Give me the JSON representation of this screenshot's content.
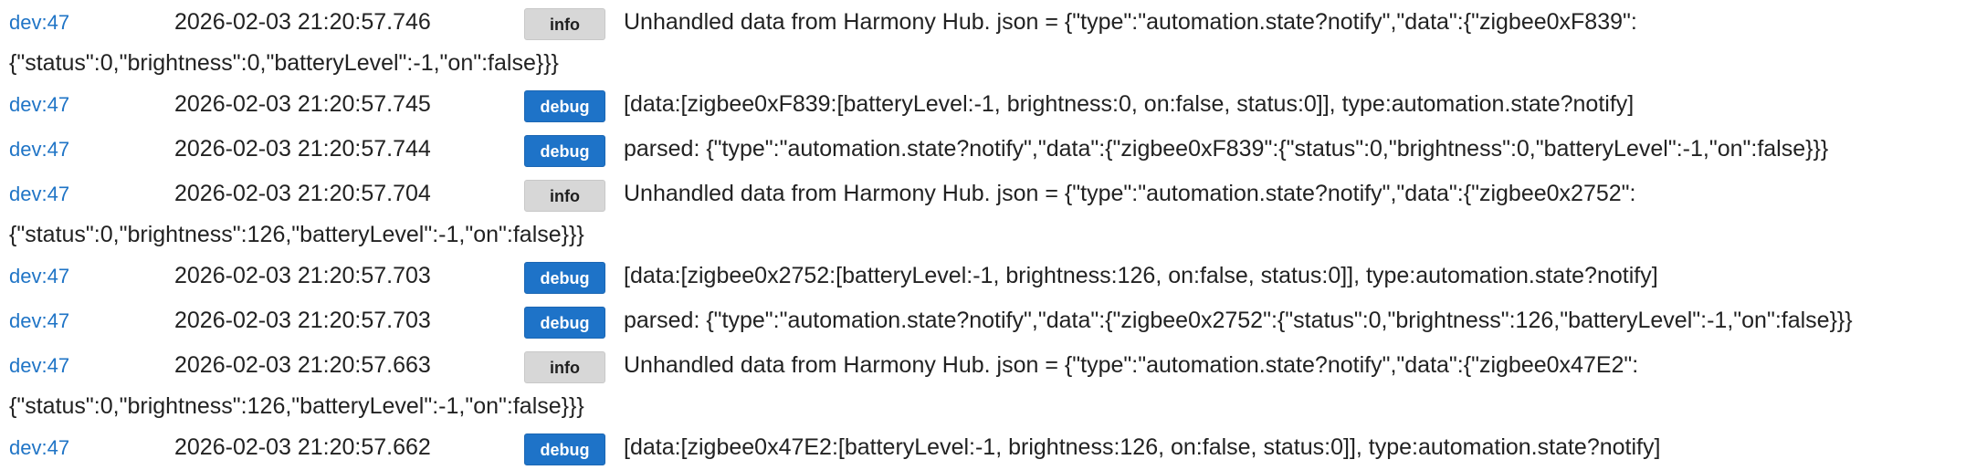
{
  "log": {
    "entries": [
      {
        "source": "dev:47",
        "timestamp": "2026-02-03 21:20:57.746",
        "level": "info",
        "message": "Unhandled data from Harmony Hub. json = {\"type\":\"automation.state?notify\",\"data\":{\"zigbee0xF839\":",
        "continuation": "{\"status\":0,\"brightness\":0,\"batteryLevel\":-1,\"on\":false}}}"
      },
      {
        "source": "dev:47",
        "timestamp": "2026-02-03 21:20:57.745",
        "level": "debug",
        "message": "[data:[zigbee0xF839:[batteryLevel:-1, brightness:0, on:false, status:0]], type:automation.state?notify]",
        "continuation": ""
      },
      {
        "source": "dev:47",
        "timestamp": "2026-02-03 21:20:57.744",
        "level": "debug",
        "message": "parsed: {\"type\":\"automation.state?notify\",\"data\":{\"zigbee0xF839\":{\"status\":0,\"brightness\":0,\"batteryLevel\":-1,\"on\":false}}}",
        "continuation": ""
      },
      {
        "source": "dev:47",
        "timestamp": "2026-02-03 21:20:57.704",
        "level": "info",
        "message": "Unhandled data from Harmony Hub. json = {\"type\":\"automation.state?notify\",\"data\":{\"zigbee0x2752\":",
        "continuation": "{\"status\":0,\"brightness\":126,\"batteryLevel\":-1,\"on\":false}}}"
      },
      {
        "source": "dev:47",
        "timestamp": "2026-02-03 21:20:57.703",
        "level": "debug",
        "message": "[data:[zigbee0x2752:[batteryLevel:-1, brightness:126, on:false, status:0]], type:automation.state?notify]",
        "continuation": ""
      },
      {
        "source": "dev:47",
        "timestamp": "2026-02-03 21:20:57.703",
        "level": "debug",
        "message": "parsed: {\"type\":\"automation.state?notify\",\"data\":{\"zigbee0x2752\":{\"status\":0,\"brightness\":126,\"batteryLevel\":-1,\"on\":false}}}",
        "continuation": ""
      },
      {
        "source": "dev:47",
        "timestamp": "2026-02-03 21:20:57.663",
        "level": "info",
        "message": "Unhandled data from Harmony Hub. json = {\"type\":\"automation.state?notify\",\"data\":{\"zigbee0x47E2\":",
        "continuation": "{\"status\":0,\"brightness\":126,\"batteryLevel\":-1,\"on\":false}}}"
      },
      {
        "source": "dev:47",
        "timestamp": "2026-02-03 21:20:57.662",
        "level": "debug",
        "message": "[data:[zigbee0x47E2:[batteryLevel:-1, brightness:126, on:false, status:0]], type:automation.state?notify]",
        "continuation": ""
      }
    ]
  },
  "colors": {
    "link": "#1f74c6",
    "info_badge_bg": "#d7d7d7",
    "debug_badge_bg": "#1e73c8"
  }
}
